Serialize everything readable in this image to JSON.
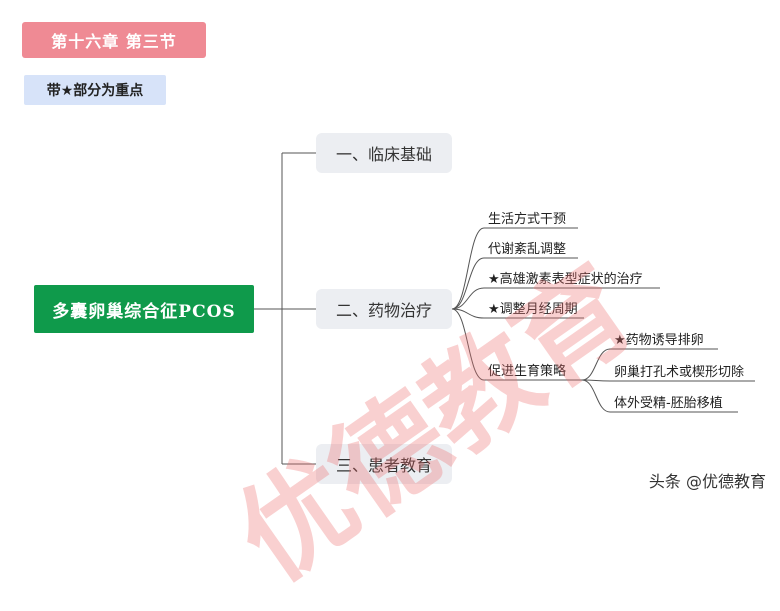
{
  "chapter_label": "第十六章 第三节",
  "legend_note": "带★部分为重点",
  "root_topic": "多囊卵巢综合征PCOS",
  "branches": [
    {
      "label": "一、临床基础"
    },
    {
      "label": "二、药物治疗"
    },
    {
      "label": "三、患者教育"
    }
  ],
  "drug_treatment_items": [
    {
      "label": "生活方式干预"
    },
    {
      "label": "代谢紊乱调整"
    },
    {
      "label": "★高雄激素表型症状的治疗"
    },
    {
      "label": "★调整月经周期"
    },
    {
      "label": "促进生育策略"
    }
  ],
  "fertility_items": [
    {
      "label": "★药物诱导排卵"
    },
    {
      "label": "卵巢打孔术或楔形切除"
    },
    {
      "label": "体外受精-胚胎移植"
    }
  ],
  "watermark": "优德教育",
  "credit": "头条 @优德教育",
  "colors": {
    "chapter_bg": "#ef8a94",
    "note_bg": "#d7e3f9",
    "root_bg": "#0f9a4b",
    "branch_bg": "#eceef2",
    "line": "#555555",
    "watermark": "#eb6e6e"
  }
}
